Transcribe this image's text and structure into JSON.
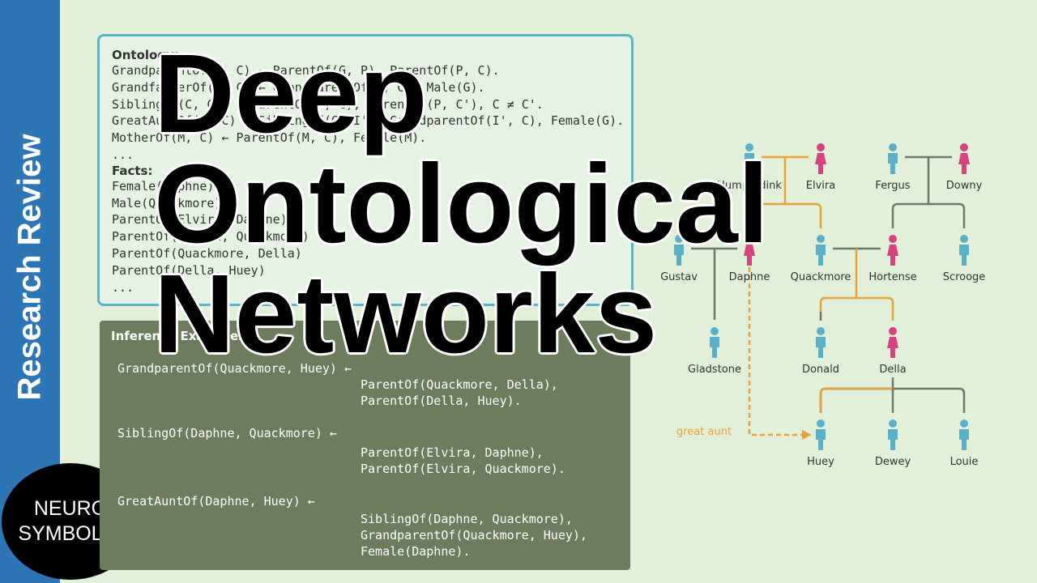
{
  "sidebar": {
    "label": "Research Review"
  },
  "badge": {
    "line1": "NEURO",
    "line2": "SYMBOLIC"
  },
  "title": {
    "line1": "Deep",
    "line2": "Ontological",
    "line3": "Networks"
  },
  "ontology": {
    "heading": "Ontology:",
    "lines": [
      "GrandparentOf(G, C) ← ParentOf(G, P), ParentOf(P, C).",
      "GrandfatherOf(G, C) ← GrandparentOf(G, C), Male(G).",
      "SiblingOf(C, C') ← ParentOf(P, C), ParentOf(P, C'), C ≠ C'.",
      "GreatAuntOf(G, C) ← SiblingOf(G, I'), GrandparentOf(I', C), Female(G).",
      "MotherOf(M, C) ← ParentOf(M, C), Female(M).",
      "..."
    ],
    "facts_heading": "Facts:",
    "facts": [
      "Female(Daphne)",
      "Male(Quackmore)",
      "ParentOf(Elvira, Daphne)",
      "ParentOf(Elvira, Quackmore)",
      "ParentOf(Quackmore, Della)",
      "ParentOf(Della, Huey)",
      "..."
    ]
  },
  "inference": {
    "heading": "Inference Examples:",
    "ex1_head": "GrandparentOf(Quackmore, Huey) ←",
    "ex1_body": [
      "ParentOf(Quackmore, Della),",
      "ParentOf(Della, Huey)."
    ],
    "ex2_head": "SiblingOf(Daphne, Quackmore) ←",
    "ex2_body": [
      "ParentOf(Elvira, Daphne),",
      "ParentOf(Elvira, Quackmore)."
    ],
    "ex3_head": "GreatAuntOf(Daphne, Huey) ←",
    "ex3_body": [
      "SiblingOf(Daphne, Quackmore),",
      "GrandparentOf(Quackmore, Huey),",
      "Female(Daphne)."
    ]
  },
  "tree": {
    "people": [
      "Humperdink",
      "Elvira",
      "Fergus",
      "Downy",
      "Gustav",
      "Daphne",
      "Quackmore",
      "Hortense",
      "Scrooge",
      "Gladstone",
      "Donald",
      "Della",
      "Huey",
      "Dewey",
      "Louie"
    ],
    "annotation": "great aunt"
  },
  "colors": {
    "sidebar": "#2e75b6",
    "male": "#5ab0c8",
    "female": "#d6427f",
    "highlight": "#e7a23a",
    "link": "#6d7a6a",
    "background": "#e2efd9"
  }
}
